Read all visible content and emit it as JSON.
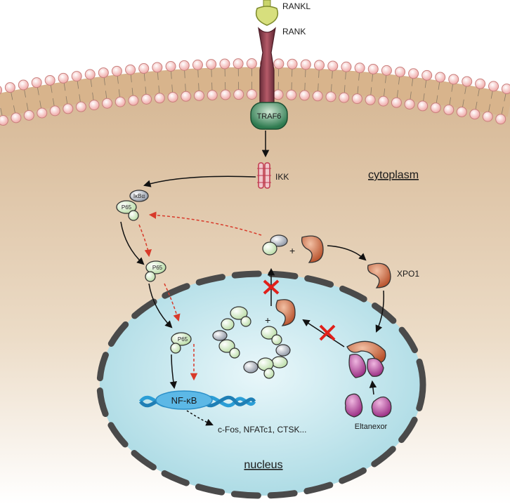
{
  "labels": {
    "rankl": "RANKL",
    "rank": "RANK",
    "traf6": "TRAF6",
    "ikk": "IKK",
    "cytoplasm": "cytoplasm",
    "nucleus": "nucleus",
    "ikba": "IκBα",
    "p65": "P65",
    "plus": "+",
    "xpo1": "XPO1",
    "nfkb": "NF-κB",
    "genes": "c-Fos, NFATc1, CTSK...",
    "eltanexor": "Eltanexor"
  },
  "colors": {
    "cytoplasm_fill": "#dcc3a2",
    "nucleus_fill": "#b7e0e8",
    "nucleus_border": "#4a4a4a",
    "lipid_head": "#f6c6c4",
    "membrane_core": "#d8b48c",
    "traf6": "#2e7a4f",
    "rank": "#8a3a47",
    "rankl": "#c9d46a",
    "p65_fill": "#d7ecc8",
    "xpo1": "#c4623a",
    "eltanexor": "#b03f96",
    "dna": "#2b9ed6",
    "inhibition": "#e0201a",
    "dashed_arrow": "#d83a2a"
  }
}
